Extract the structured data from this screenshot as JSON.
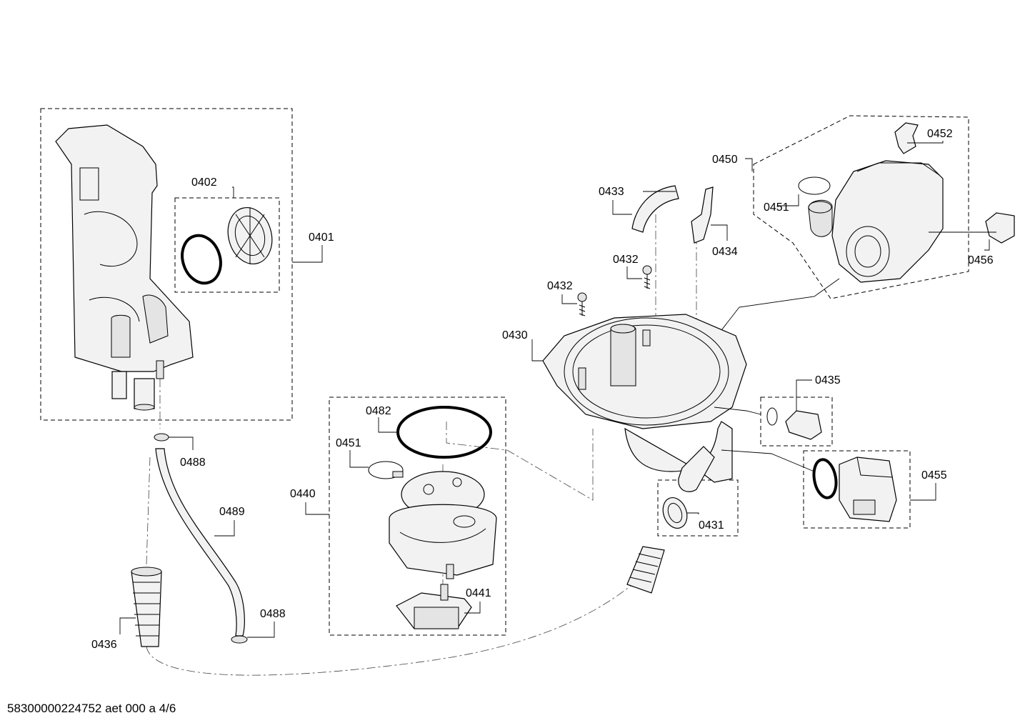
{
  "labels": {
    "l0401": "0401",
    "l0402": "0402",
    "l0488a": "0488",
    "l0488b": "0488",
    "l0489": "0489",
    "l0436": "0436",
    "l0440": "0440",
    "l0482": "0482",
    "l0451a": "0451",
    "l0441": "0441",
    "l0430": "0430",
    "l0431": "0431",
    "l0432a": "0432",
    "l0432b": "0432",
    "l0433": "0433",
    "l0434": "0434",
    "l0435": "0435",
    "l0450": "0450",
    "l0451b": "0451",
    "l0452": "0452",
    "l0455": "0455",
    "l0456": "0456"
  },
  "footer": {
    "reference": "58300000224752 aet 000 a 4/6"
  }
}
